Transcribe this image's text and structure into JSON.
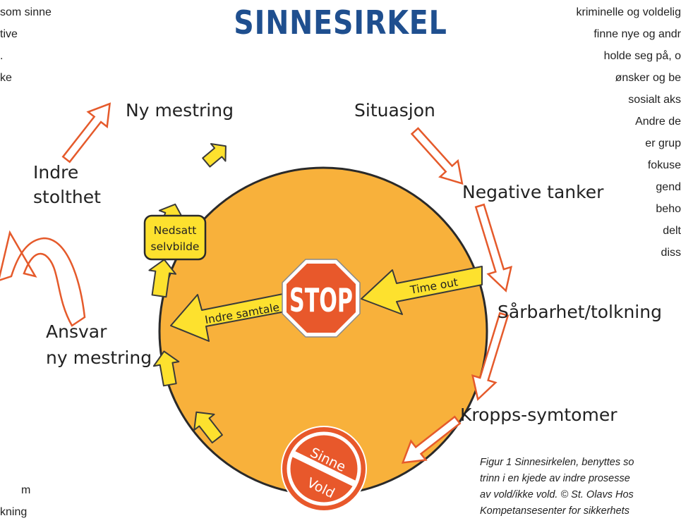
{
  "title": "SINNESIRKEL",
  "labels": {
    "ny_mestring": "Ny mestring",
    "situasjon": "Situasjon",
    "indre_stolthet_1": "Indre",
    "indre_stolthet_2": "stolthet",
    "negative_tanker": "Negative tanker",
    "sarbarhet": "Sårbarhet/tolkning",
    "ansvar_1": "Ansvar",
    "ansvar_2": "ny mestring",
    "kropps_symtomer": "Kropps-symtomer"
  },
  "inner": {
    "nedsatt_1": "Nedsatt",
    "nedsatt_2": "selvbilde",
    "time_out": "Time out",
    "indre_samtale": "Indre samtale",
    "stop": "STOP",
    "sinne": "Sinne",
    "vold": "Vold"
  },
  "left_text_top": [
    " som sinne",
    "tive",
    ".",
    "ke"
  ],
  "left_text_bottom": [
    "m",
    "kning"
  ],
  "right_text": [
    "kriminelle og voldelig",
    "finne nye og andr",
    "holde seg på, o",
    "ønsker og be",
    "sosialt aks",
    "Andre de",
    "er grup",
    "fokuse",
    "gend",
    "beho",
    "delt",
    "diss"
  ],
  "caption": [
    "Figur 1 Sinnesirkelen, benyttes so",
    "trinn i en kjede av indre prosesse",
    "av vold/ikke vold. © St. Olavs Hos",
    "Kompetansesenter for sikkerhets"
  ],
  "colors": {
    "circle": "#f8b13b",
    "outline_arrow": "#e55a2b",
    "yellow": "#fde12e",
    "stop_red": "#e8582b",
    "title_blue": "#1f4f8f"
  }
}
